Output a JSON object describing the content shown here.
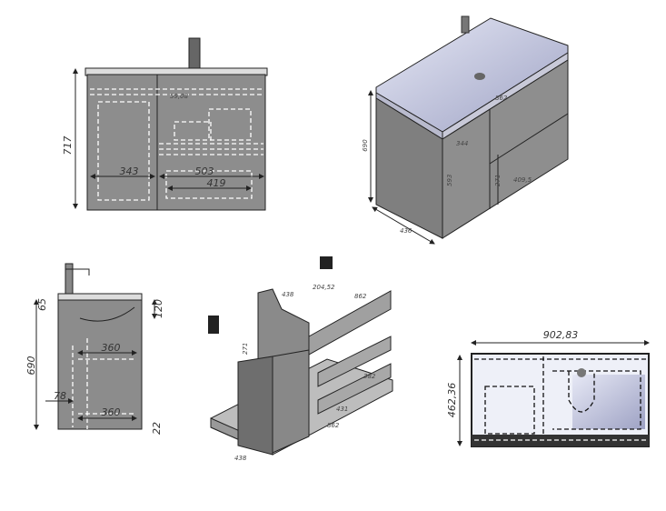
{
  "front_view": {
    "height": "717",
    "left_width": "343",
    "right_width": "503",
    "drawer_width": "419",
    "top_offset": "59,08"
  },
  "iso_view": {
    "height": "690",
    "depth": "436",
    "top_width": "862",
    "drawer_left": "344",
    "door_height": "593",
    "drawer_height": "271",
    "drawer_width": "409,5"
  },
  "side_view": {
    "total_height": "690",
    "top_height": "65",
    "sink_depth": "120",
    "shelf_upper": "360",
    "shelf_lower": "360",
    "offset": "78",
    "base": "22"
  },
  "exploded_view": {
    "depth_top": "438",
    "mid_width": "204,52",
    "rail_length": "862",
    "height": "271",
    "shelf_depth": "382",
    "drawer_length": "431",
    "base_depth": "438",
    "base_length": "862"
  },
  "top_view": {
    "width": "902,83",
    "depth": "462,36"
  },
  "colors": {
    "cabinet": "#8a8a8a",
    "sink": "#c9cbe0",
    "outline": "#222222"
  }
}
